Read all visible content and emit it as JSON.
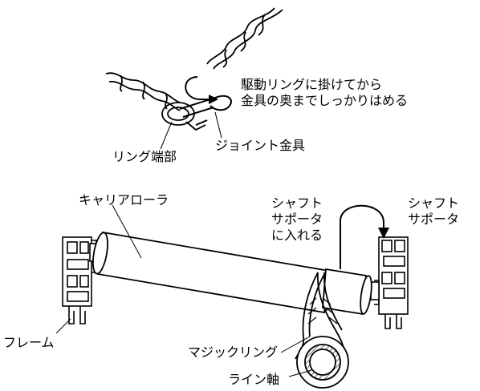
{
  "labels": {
    "instruction_line1": "駆動リングに掛けてから",
    "instruction_line2": "金具の奥までしっかりはめる",
    "ring_end": "リング端部",
    "joint_fitting": "ジョイント金具",
    "carrier_roller": "キャリアローラ",
    "shaft_insert_line1": "シャフト",
    "shaft_insert_line2": "サポータ",
    "shaft_insert_line3": "に入れる",
    "shaft_supporter_line1": "シャフト",
    "shaft_supporter_line2": "サポータ",
    "frame": "フレーム",
    "magic_ring": "マジックリング",
    "line_shaft": "ライン軸"
  }
}
